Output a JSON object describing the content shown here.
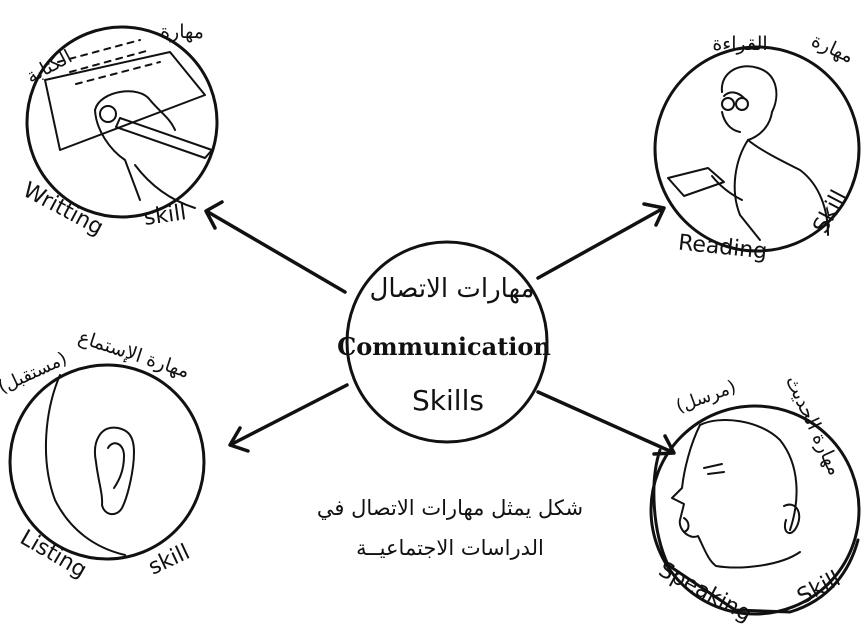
{
  "center": {
    "arabic": "مهارات الاتصال",
    "english_line1": "Communication",
    "english_line2": "Skills"
  },
  "nodes": {
    "writing": {
      "arabic_top": "مهارة",
      "arabic_top2": "الكتابة",
      "english_left": "Writting",
      "english_right": "skill"
    },
    "reading": {
      "arabic_top": "مهارة",
      "arabic_top2": "القراءة",
      "english_left": "Reading",
      "english_right": "Skill"
    },
    "listening": {
      "arabic_top": "مهارة الإستماع",
      "arabic_top2": "(مستقبل)",
      "english_left": "Listing",
      "english_right": "skill"
    },
    "speaking": {
      "arabic_top": "مهارة الحديث",
      "arabic_top2": "(مرسل)",
      "english_left": "Speaking",
      "english_right": "Skill"
    }
  },
  "caption": {
    "line1": "شكل يمثل مهارات الاتصال في",
    "line2": "الدراسات الاجتماعيــة"
  }
}
